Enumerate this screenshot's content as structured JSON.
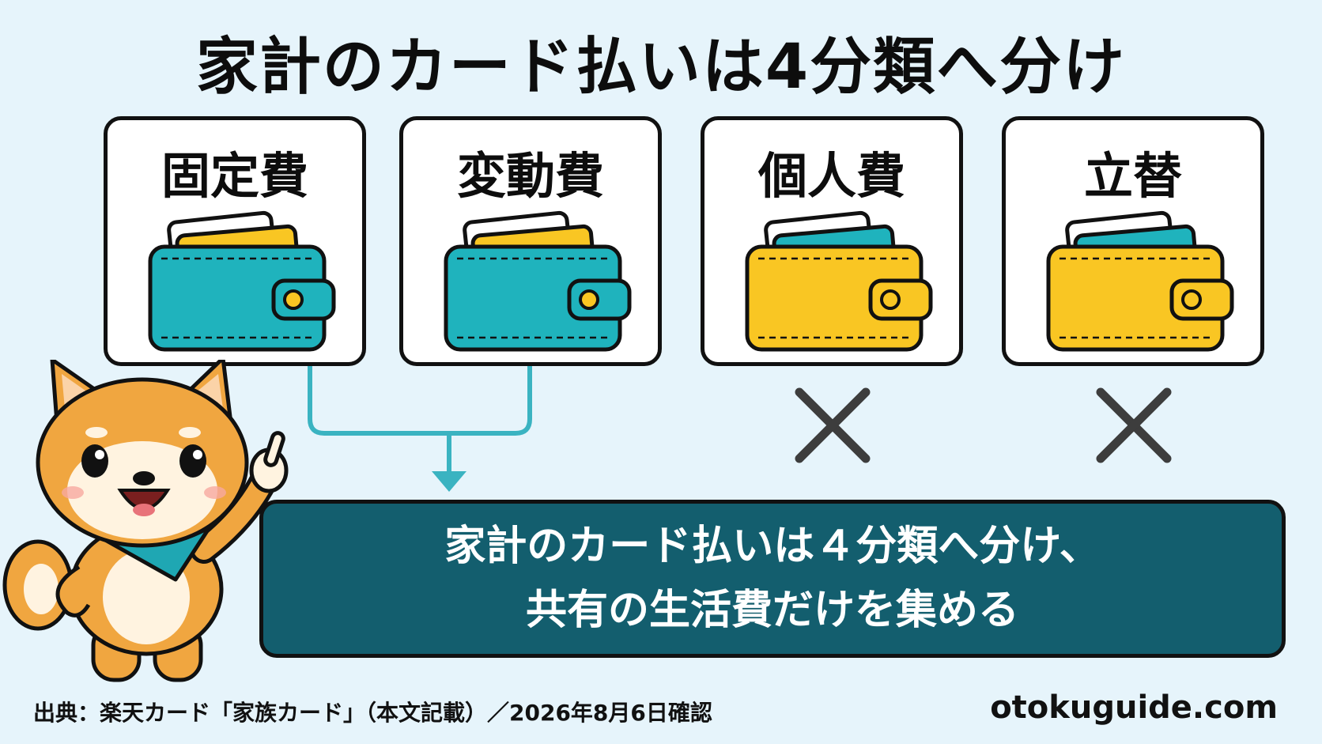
{
  "title": "家計のカード払いは4分類へ分け",
  "categories": [
    {
      "label": "固定費",
      "wallet_color": "teal",
      "card_color": "yellow",
      "included": true
    },
    {
      "label": "変動費",
      "wallet_color": "teal",
      "card_color": "yellow",
      "included": true
    },
    {
      "label": "個人費",
      "wallet_color": "yellow",
      "card_color": "teal",
      "included": false
    },
    {
      "label": "立替",
      "wallet_color": "yellow",
      "card_color": "teal",
      "included": false
    }
  ],
  "result": {
    "line1": "家計のカード払いは４分類へ分け、",
    "line2": "共有の生活費だけを集める"
  },
  "footer": {
    "source": "出典：楽天カード「家族カード」（本文記載）／2026年8月6日確認",
    "site": "otokuguide.com"
  },
  "colors": {
    "background": "#e6f4fb",
    "teal": "#1fb3bd",
    "yellow": "#f9c623",
    "result_box": "#135e6e",
    "connector": "#3ab3c1",
    "cross": "#3d3d3d"
  },
  "icons": [
    "wallet-icon",
    "close-icon",
    "arrow-down-icon",
    "shiba-dog-mascot"
  ]
}
